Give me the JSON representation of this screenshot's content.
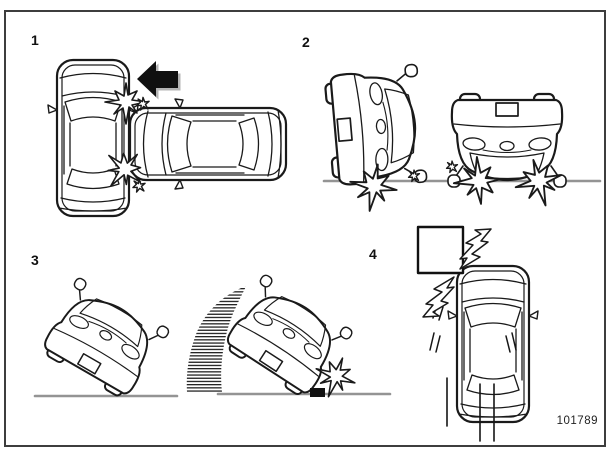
{
  "figure": {
    "code": "101789",
    "panels": [
      {
        "label": "1",
        "scene": "side-impact-collision"
      },
      {
        "label": "2",
        "scene": "vehicle-rollover"
      },
      {
        "label": "3",
        "scene": "vehicle-tipping-sideways"
      },
      {
        "label": "4",
        "scene": "oblique-frontal-collision-with-obstacle"
      }
    ],
    "colors": {
      "line": "#1a1a1a",
      "ground": "#949494",
      "arrow": "#101010",
      "arrow_shadow": "#b4b4b4"
    }
  }
}
